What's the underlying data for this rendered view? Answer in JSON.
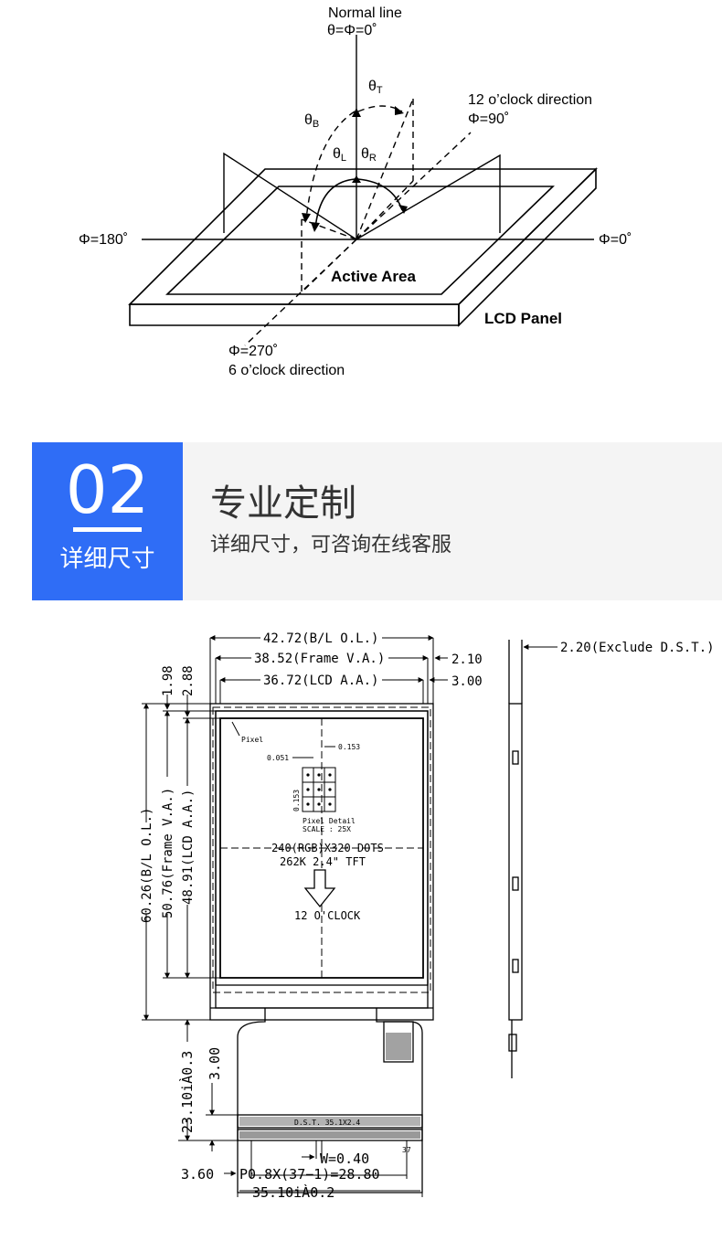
{
  "viewing": {
    "normal_line": "Normal line",
    "normal_eq": "θ=Φ=0˚",
    "theta_t": "θ",
    "theta_t_sub": "T",
    "theta_b": "θ",
    "theta_b_sub": "B",
    "theta_l": "θ",
    "theta_l_sub": "L",
    "theta_r": "θ",
    "theta_r_sub": "R",
    "twelve_dir": "12 o’clock direction",
    "phi_90": "Φ=90˚",
    "phi_180": "Φ=180˚",
    "phi_0": "Φ=0˚",
    "active_area": "Active Area",
    "lcd_panel": "LCD Panel",
    "phi_270": "Φ=270˚",
    "six_dir": "6 o’clock direction"
  },
  "header": {
    "number": "02",
    "subtitle": "详细尺寸",
    "title": "专业定制",
    "description": "详细尺寸，可咨询在线客服"
  },
  "drawing": {
    "dim_bl_width": "42.72(B/L O.L.)",
    "dim_frame_width": "38.52(Frame V.A.)",
    "dim_lcd_width": "36.72(LCD A.A.)",
    "dim_2_10": "2.10",
    "dim_3_00_top": "3.00",
    "dim_exclude": "2.20(Exclude D.S.T.)",
    "dim_1_98": "1.98",
    "dim_2_88": "2.88",
    "dim_bl_height": "60.26(B/L O.L.)",
    "dim_frame_height": "50.76(Frame V.A.)",
    "dim_lcd_height": "48.91(LCD A.A.)",
    "pixel_label": "Pixel",
    "pixel_0_051": "0.051",
    "pixel_0_153_h": "0.153",
    "pixel_0_153_v": "0.153",
    "pixel_detail": "Pixel Detail",
    "pixel_scale": "SCALE : 25X",
    "dots": "240(RGB)X320 DOTS",
    "tft": "262K  2.4\"  TFT",
    "clock": "12 O'CLOCK",
    "dim_fpc_len": "23.10iÀ0.3",
    "dim_3_00_left": "3.00",
    "dst_label": "D.S.T. 35.1X2.4",
    "dim_w": "W=0.40",
    "pin_37": "37",
    "dim_3_60": "3.60",
    "dim_pitch": "P0.8X(37−1)=28.80",
    "dim_fpc_width": "35.10iÀ0.2"
  }
}
